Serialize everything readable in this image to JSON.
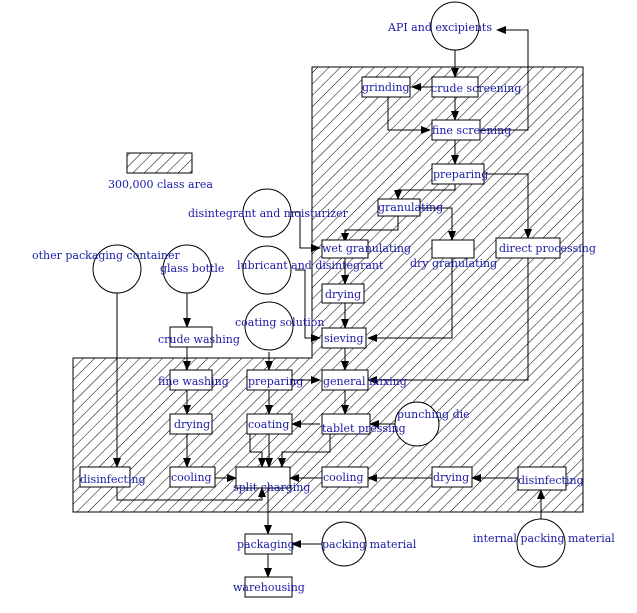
{
  "legend": {
    "label": "300,000 class area"
  },
  "inputs": {
    "api": "API and excipients",
    "disintegrant": "disintegrant and moisturizer",
    "lubricant": "lubricant and disintegrant",
    "coating_solution": "coating solution",
    "other_packaging": "other packaging container",
    "glass_bottle": "glass bottle",
    "punching_die": "punching die",
    "internal_packing": "internal packing material",
    "packing_material": "packing material"
  },
  "steps": {
    "crude_screening": "crude screening",
    "grinding": "grinding",
    "fine_screening": "fine screening",
    "preparing_top": "preparing",
    "granulating": "granulating",
    "wet_granulating": "wet granulating",
    "dry_granulating": "dry granulating",
    "direct_processing": "direct processing",
    "drying_upper": "drying",
    "sieving": "sieving",
    "crude_washing": "crude washing",
    "fine_washing": "fine washing",
    "preparing_coat": "preparing",
    "general_mixing": "general mixing",
    "drying_bottle": "drying",
    "coating": "coating",
    "tablet_pressing": "tablet pressing",
    "disinfecting_left": "disinfecting",
    "cooling_bottle": "cooling",
    "split_charging": "split charging",
    "cooling_tablet": "cooling",
    "drying_right": "drying",
    "disinfecting_right": "disinfecting",
    "packaging": "packaging",
    "warehousing": "warehousing"
  }
}
